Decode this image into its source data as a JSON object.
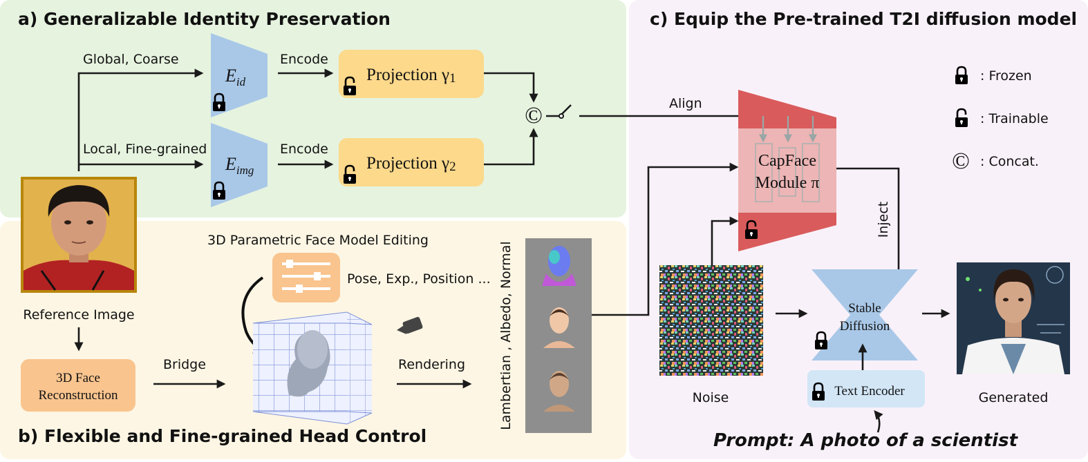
{
  "panels": {
    "a_title": "a) Generalizable Identity Preservation",
    "b_title": "b) Flexible and Fine-grained Head Control",
    "c_title": "c) Equip the Pre-trained T2I diffusion model"
  },
  "identity": {
    "global_label": "Global, Coarse",
    "local_label": "Local, Fine-grained",
    "encoder_id": {
      "main": "E",
      "sub": "id"
    },
    "encoder_img": {
      "main": "E",
      "sub": "img"
    },
    "encode_label_1": "Encode",
    "encode_label_2": "Encode",
    "projection_1": {
      "main": "Projection γ",
      "sub": "1"
    },
    "projection_2": {
      "main": "Projection γ",
      "sub": "2"
    },
    "concat_symbol": "©"
  },
  "head_control": {
    "reference_label": "Reference Image",
    "recon_line1": "3D Face",
    "recon_line2": "Reconstruction",
    "bridge_label": "Bridge",
    "editing_title": "3D Parametric Face Model Editing",
    "editing_params": "Pose, Exp., Position ...",
    "rendering_label": "Rendering",
    "render_types": "Lambertian , Albedo, Normal"
  },
  "diffusion": {
    "align_label": "Align",
    "capface_line1": "CapFace",
    "capface_line2": "Module π",
    "inject_label": "Inject",
    "sd_line1": "Stable",
    "sd_line2": "Diffusion",
    "noise_label": "Noise",
    "text_encoder": "Text Encoder",
    "generated_label": "Generated",
    "prompt": "Prompt: A photo of a scientist"
  },
  "legend": {
    "frozen": ": Frozen",
    "trainable": ": Trainable",
    "concat": ": Concat.",
    "concat_symbol": "©"
  },
  "colors": {
    "panel_a_bg": "#e6f3df",
    "panel_b_bg": "#fdf6e4",
    "panel_c_bg": "#f9f1f9",
    "encoder_blue": "#a9c8e8",
    "projection_yellow": "#fcd98b",
    "recon_orange": "#f9c48e",
    "capface_red": "#d95b5b",
    "sd_blue": "#a9c8e8"
  }
}
